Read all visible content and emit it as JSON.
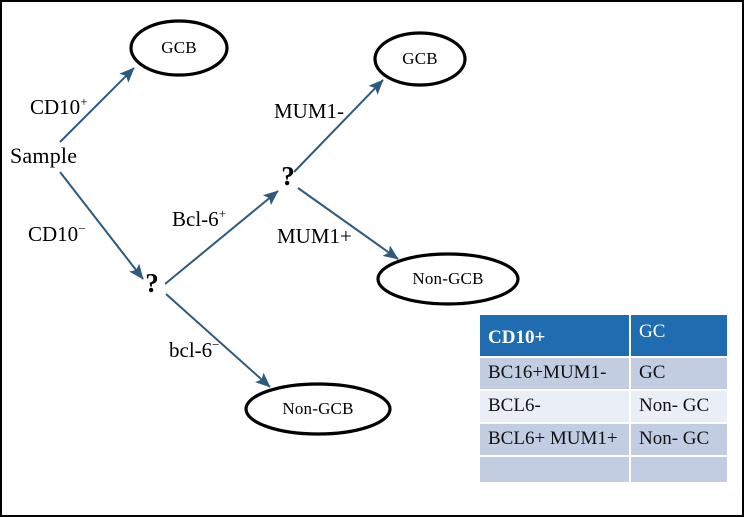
{
  "figure": {
    "title": "Hans algorithm decision tree for GCB / Non-GCB classification",
    "border_color": "#000000",
    "background": "#ffffff",
    "arrow_color": "#2e5a7d",
    "node_outline_color": "#000000"
  },
  "diagram": {
    "root": {
      "label": "Sample"
    },
    "decision_nodes": [
      {
        "label": "?"
      },
      {
        "label": "?"
      }
    ],
    "outcome_nodes": [
      {
        "label": "GCB"
      },
      {
        "label": "GCB"
      },
      {
        "label": "Non-GCB"
      },
      {
        "label": "Non-GCB"
      }
    ],
    "edge_labels": {
      "cd10_pos_base": "CD10",
      "cd10_pos_sign": "+",
      "cd10_neg_base": "CD10",
      "cd10_neg_sign": "−",
      "bcl6_pos_base": "Bcl-6",
      "bcl6_pos_sign": "+",
      "bcl6_neg_base": "bcl-6",
      "bcl6_neg_sign": "−",
      "mum1_neg": "MUM1-",
      "mum1_pos": "MUM1+"
    }
  },
  "table": {
    "header": {
      "col_a": "CD10+",
      "col_b": "GC",
      "background": "#1f6cb0",
      "text_color": "#ffffff"
    },
    "rows": [
      {
        "marker": "BC16+MUM1-",
        "result": "GC",
        "shade": "dark"
      },
      {
        "marker": "BCL6-",
        "result": "Non- GC",
        "shade": "light"
      },
      {
        "marker": "BCL6+ MUM1+",
        "result": "Non- GC",
        "shade": "dark"
      }
    ],
    "row_colors": {
      "dark": "#c3cde2",
      "light": "#eaeff7"
    }
  }
}
